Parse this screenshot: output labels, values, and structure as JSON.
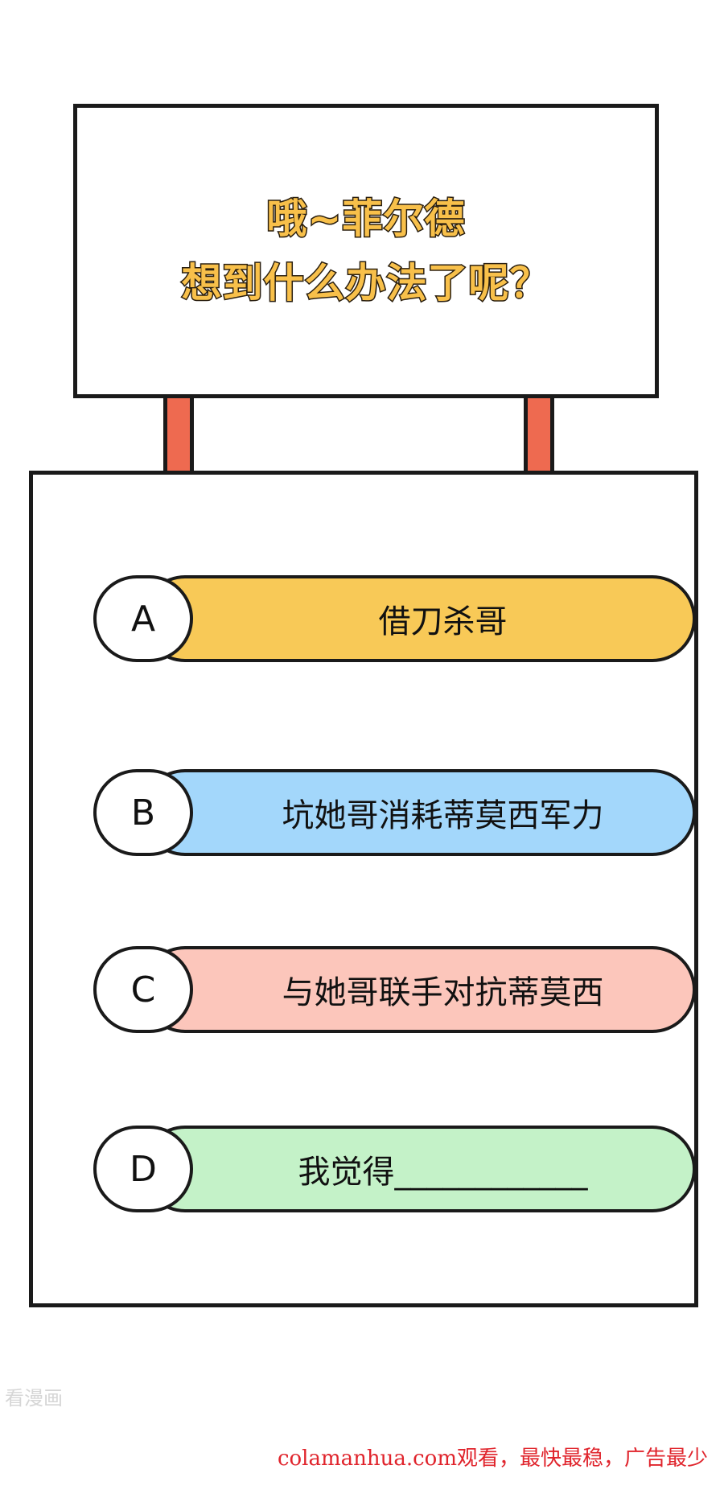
{
  "sign": {
    "title_line1": "哦~菲尔德",
    "title_line2": "想到什么办法了呢？",
    "title_color": "#f8c04a",
    "post_color": "#ee6a50"
  },
  "options": [
    {
      "letter": "A",
      "text": "借刀杀哥",
      "color": "#f8c957"
    },
    {
      "letter": "B",
      "text": "坑她哥消耗蒂莫西军力",
      "color": "#a3d7fb"
    },
    {
      "letter": "C",
      "text": "与她哥联手对抗蒂莫西",
      "color": "#fcc6bb"
    },
    {
      "letter": "D",
      "text": "我觉得____________",
      "color": "#c4f2c8"
    }
  ],
  "watermark": "看漫画",
  "footer": "colamanhua.com观看，最快最稳，广告最少"
}
